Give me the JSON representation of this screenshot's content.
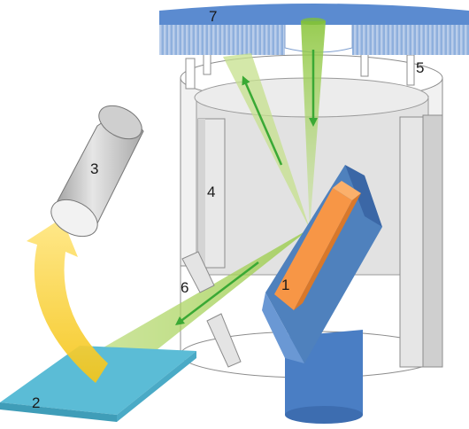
{
  "labels": {
    "sample": "1",
    "screen": "2",
    "camera": "3",
    "detector_4": "4",
    "detector_5": "5",
    "aperture": "6",
    "pole_piece": "7"
  },
  "colors": {
    "beam_green": "#8cc63f",
    "arrow_green": "#3aa935",
    "sample_orange": "#f79646",
    "holder_blue": "#4f81bd",
    "screen_cyan": "#5bbcd6",
    "light_yellow": "#ffd43b",
    "pole_blue": "#5b8bd0",
    "chamber_gray": "#d9d9d9"
  }
}
